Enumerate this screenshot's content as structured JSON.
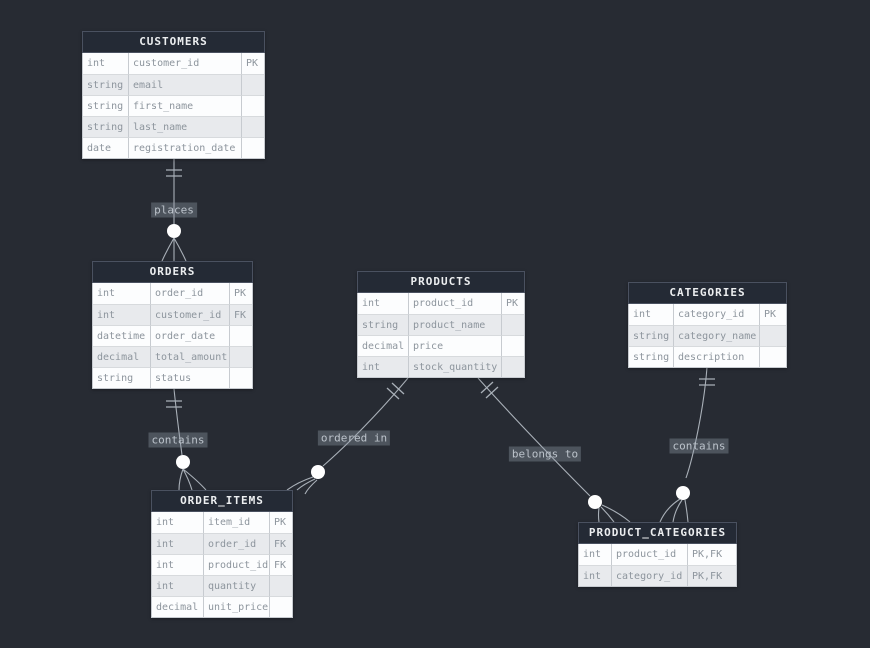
{
  "diagram": {
    "type": "entity-relationship",
    "tables": [
      {
        "name": "CUSTOMERS",
        "columns": [
          {
            "type": "int",
            "name": "customer_id",
            "key": "PK"
          },
          {
            "type": "string",
            "name": "email",
            "key": ""
          },
          {
            "type": "string",
            "name": "first_name",
            "key": ""
          },
          {
            "type": "string",
            "name": "last_name",
            "key": ""
          },
          {
            "type": "date",
            "name": "registration_date",
            "key": ""
          }
        ]
      },
      {
        "name": "ORDERS",
        "columns": [
          {
            "type": "int",
            "name": "order_id",
            "key": "PK"
          },
          {
            "type": "int",
            "name": "customer_id",
            "key": "FK"
          },
          {
            "type": "datetime",
            "name": "order_date",
            "key": ""
          },
          {
            "type": "decimal",
            "name": "total_amount",
            "key": ""
          },
          {
            "type": "string",
            "name": "status",
            "key": ""
          }
        ]
      },
      {
        "name": "PRODUCTS",
        "columns": [
          {
            "type": "int",
            "name": "product_id",
            "key": "PK"
          },
          {
            "type": "string",
            "name": "product_name",
            "key": ""
          },
          {
            "type": "decimal",
            "name": "price",
            "key": ""
          },
          {
            "type": "int",
            "name": "stock_quantity",
            "key": ""
          }
        ]
      },
      {
        "name": "CATEGORIES",
        "columns": [
          {
            "type": "int",
            "name": "category_id",
            "key": "PK"
          },
          {
            "type": "string",
            "name": "category_name",
            "key": ""
          },
          {
            "type": "string",
            "name": "description",
            "key": ""
          }
        ]
      },
      {
        "name": "ORDER_ITEMS",
        "columns": [
          {
            "type": "int",
            "name": "item_id",
            "key": "PK"
          },
          {
            "type": "int",
            "name": "order_id",
            "key": "FK"
          },
          {
            "type": "int",
            "name": "product_id",
            "key": "FK"
          },
          {
            "type": "int",
            "name": "quantity",
            "key": ""
          },
          {
            "type": "decimal",
            "name": "unit_price",
            "key": ""
          }
        ]
      },
      {
        "name": "PRODUCT_CATEGORIES",
        "columns": [
          {
            "type": "int",
            "name": "product_id",
            "key": "PK,FK"
          },
          {
            "type": "int",
            "name": "category_id",
            "key": "PK,FK"
          }
        ]
      }
    ],
    "relationships": [
      {
        "label": "places",
        "from": "CUSTOMERS",
        "to": "ORDERS",
        "from_cardinality": "exactly-one",
        "to_cardinality": "zero-or-many"
      },
      {
        "label": "contains",
        "from": "ORDERS",
        "to": "ORDER_ITEMS",
        "from_cardinality": "exactly-one",
        "to_cardinality": "zero-or-many"
      },
      {
        "label": "ordered in",
        "from": "PRODUCTS",
        "to": "ORDER_ITEMS",
        "from_cardinality": "exactly-one",
        "to_cardinality": "zero-or-many"
      },
      {
        "label": "belongs to",
        "from": "PRODUCTS",
        "to": "PRODUCT_CATEGORIES",
        "from_cardinality": "exactly-one",
        "to_cardinality": "zero-or-many"
      },
      {
        "label": "contains",
        "from": "CATEGORIES",
        "to": "PRODUCT_CATEGORIES",
        "from_cardinality": "exactly-one",
        "to_cardinality": "zero-or-many"
      }
    ],
    "colors": {
      "background": "#272b33",
      "table_header_bg": "#242a35",
      "table_header_text": "#eceef0",
      "row_bg": "#fcfdfe",
      "row_alt_bg": "#e8eaed",
      "row_text": "#8d959d",
      "cell_border": "#c7cbd0",
      "line": "#a9b0b8",
      "connector_dot": "#ffffff",
      "label_text": "#bcc3cb"
    }
  }
}
